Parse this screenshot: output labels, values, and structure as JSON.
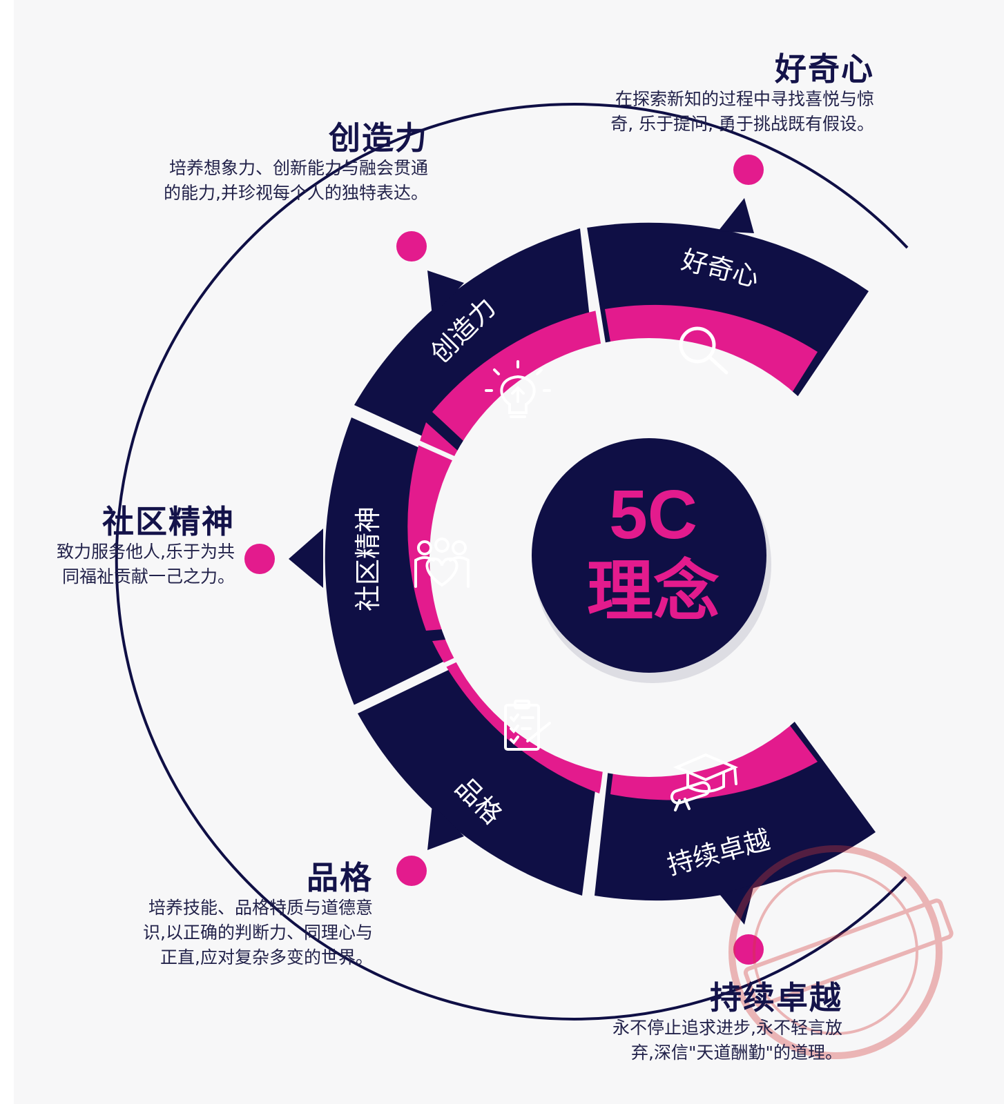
{
  "colors": {
    "navy": "#0f0f45",
    "magenta": "#e31b8d",
    "background": "#f7f7f8"
  },
  "center": {
    "line1": "5C",
    "line2": "理念"
  },
  "segments": [
    {
      "id": "curiosity",
      "ring_label": "好奇心",
      "icon": "magnifier-icon",
      "title": "好奇心",
      "desc_lines": [
        "在探索新知的过程中寻找喜悦与惊",
        "奇, 乐于提问, 勇于挑战既有假设。"
      ]
    },
    {
      "id": "creativity",
      "ring_label": "创造力",
      "icon": "lightbulb-icon",
      "title": "创造力",
      "desc_lines": [
        "培养想象力、创新能力与融会贯通",
        "的能力,并珍视每个人的独特表达。"
      ]
    },
    {
      "id": "community",
      "ring_label": "社区精神",
      "icon": "community-heart-icon",
      "title": "社区精神",
      "desc_lines": [
        "致力服务他人,乐于为共",
        "同福祉贡献一己之力。"
      ]
    },
    {
      "id": "character",
      "ring_label": "品格",
      "icon": "clipboard-icon",
      "title": "品格",
      "desc_lines": [
        "培养技能、品格特质与道德意",
        "识,以正确的判断力、同理心与",
        "正直,应对复杂多变的世界。"
      ]
    },
    {
      "id": "excellence",
      "ring_label": "持续卓越",
      "icon": "graduation-cap-icon",
      "title": "持续卓越",
      "desc_lines": [
        "永不停止追求进步,永不轻言放",
        "弃,深信\"天道酬勤\"的道理。"
      ]
    }
  ]
}
